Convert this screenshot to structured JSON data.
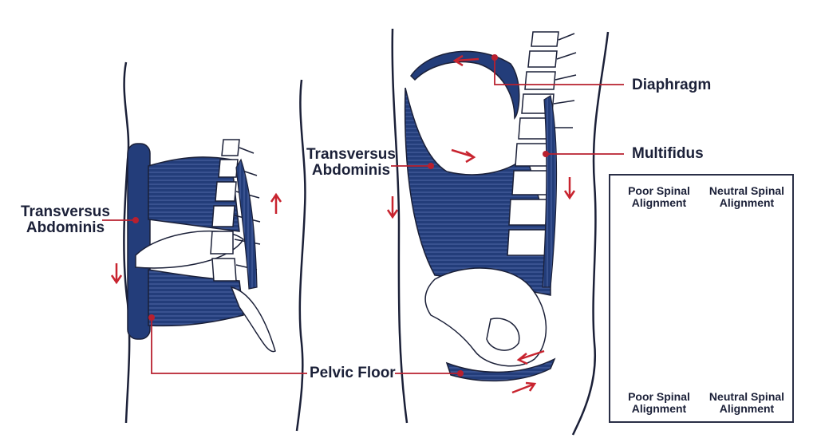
{
  "colors": {
    "muscle": "#233d7a",
    "muscle_stripe": "#4a63a6",
    "outline": "#1b2038",
    "pointer": "#b8202f",
    "arrow": "#c8242f",
    "inset_body": "#c8ccd8",
    "inset_arrow": "#1d2a55"
  },
  "labels": {
    "left_transversus": "Transversus\nAbdominis",
    "right_transversus": "Transversus\nAbdominis",
    "diaphragm": "Diaphragm",
    "multifidus": "Multifidus",
    "pelvic_floor": "Pelvic Floor"
  },
  "inset": {
    "top_left": "Poor Spinal\nAlignment",
    "top_right": "Neutral Spinal\nAlignment",
    "bottom_left": "Poor Spinal\nAlignment",
    "bottom_right": "Neutral Spinal\nAlignment",
    "arrow_icon": "right-arrow-icon"
  }
}
